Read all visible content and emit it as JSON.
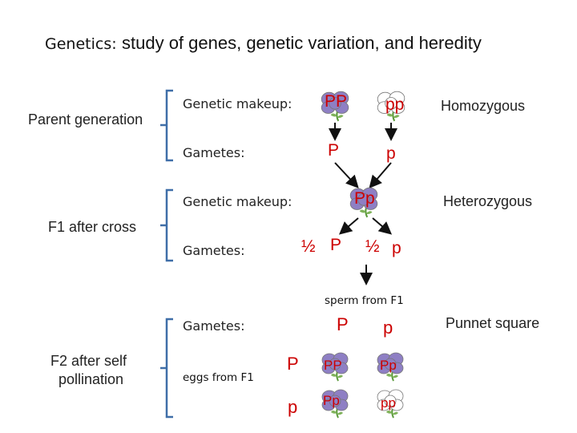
{
  "title": {
    "term": "Genetics:",
    "definition": "study of genes, genetic variation, and heredity"
  },
  "parent": {
    "label": "Parent generation",
    "makeup_label": "Genetic makeup:",
    "gametes_label": "Gametes:",
    "genotypes": [
      "PP",
      "pp"
    ],
    "gametes": [
      "P",
      "p"
    ],
    "note": "Homozygous"
  },
  "f1": {
    "label": "F1 after cross",
    "makeup_label": "Genetic makeup:",
    "gametes_label": "Gametes:",
    "genotype": "Pp",
    "gametes": [
      {
        "fraction": "½",
        "allele": "P"
      },
      {
        "fraction": "½",
        "allele": "p"
      }
    ],
    "note": "Heterozygous"
  },
  "f2": {
    "label_line1": "F2 after self",
    "label_line2": "pollination",
    "gametes_label": "Gametes:",
    "eggs_label": "eggs from F1",
    "sperm_label": "sperm from F1",
    "sperm": [
      "P",
      "p"
    ],
    "eggs": [
      "P",
      "p"
    ],
    "cells": [
      [
        "PP",
        "Pp"
      ],
      [
        "Pp",
        "pp"
      ]
    ],
    "note": "Punnet square"
  },
  "colors": {
    "allele_text": "#cc0000",
    "flower_purple": "#8e7fc4",
    "flower_white": "#ffffff",
    "stem": "#5a9a3a"
  }
}
